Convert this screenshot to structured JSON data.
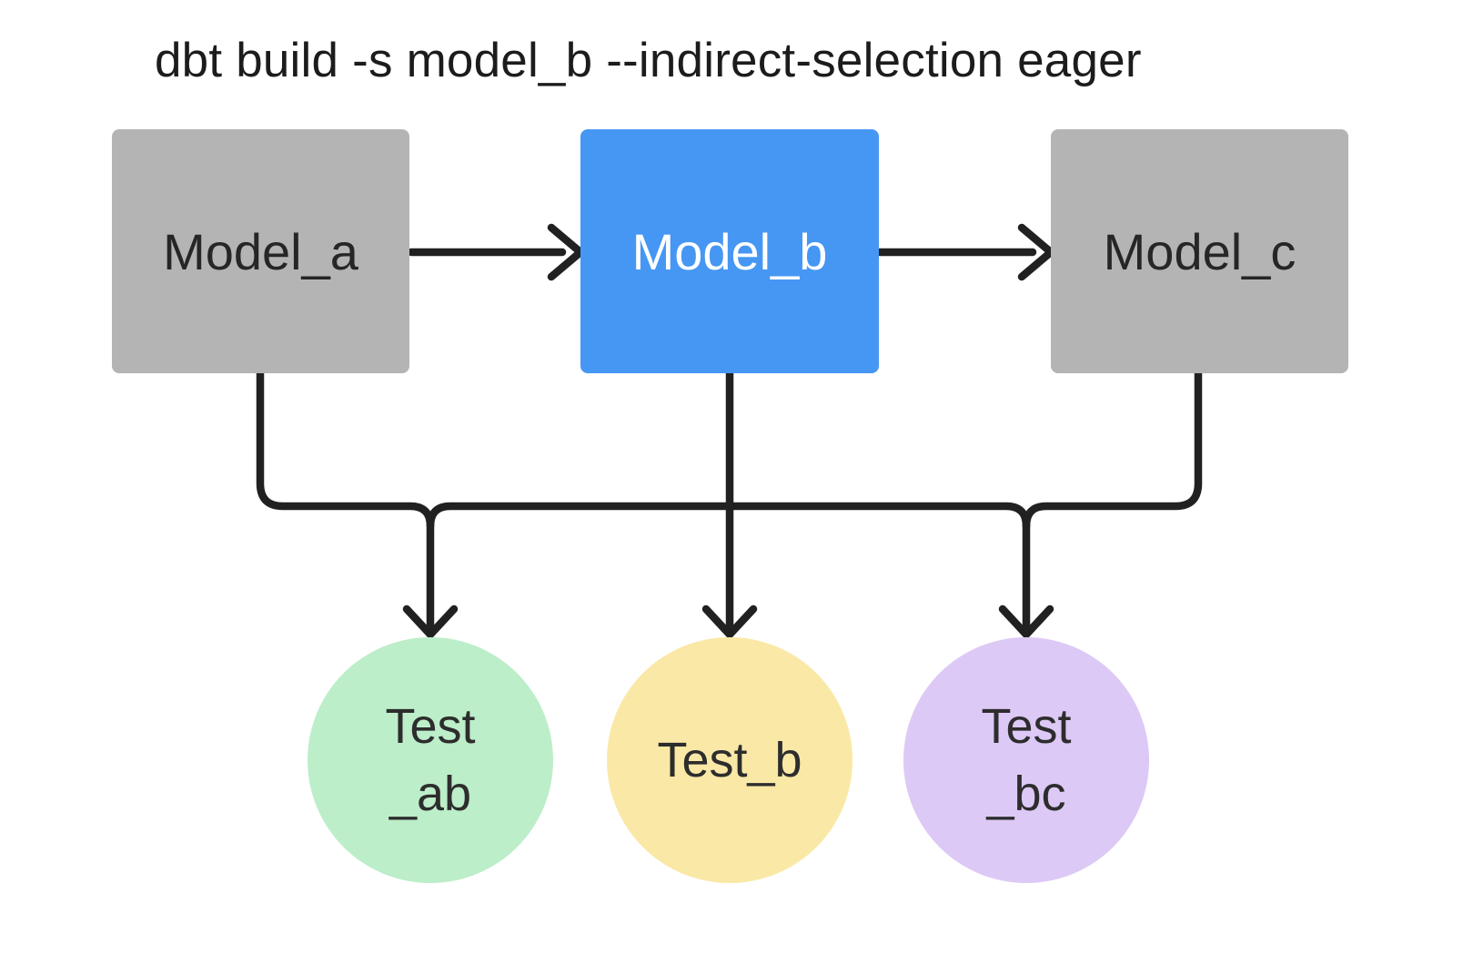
{
  "title": "dbt build -s model_b --indirect-selection eager",
  "nodes": {
    "model_a": {
      "label": "Model_a",
      "type": "model",
      "fill": "#b4b4b4",
      "text_color": "#262626"
    },
    "model_b": {
      "label": "Model_b",
      "type": "model",
      "selected": true,
      "fill": "#4697f4",
      "text_color": "#ffffff"
    },
    "model_c": {
      "label": "Model_c",
      "type": "model",
      "fill": "#b4b4b4",
      "text_color": "#262626"
    },
    "test_ab": {
      "line1": "Test",
      "line2": "_ab",
      "type": "test",
      "fill": "#bceec9",
      "text_color": "#2d2d2d"
    },
    "test_b": {
      "label": "Test_b",
      "type": "test",
      "fill": "#fae8a6",
      "text_color": "#2d2d2d"
    },
    "test_bc": {
      "line1": "Test",
      "line2": "_bc",
      "type": "test",
      "fill": "#ddc9f5",
      "text_color": "#2d2d2d"
    }
  },
  "edges": [
    {
      "from": "model_a",
      "to": "model_b"
    },
    {
      "from": "model_b",
      "to": "model_c"
    },
    {
      "from": "model_a",
      "to": "test_ab"
    },
    {
      "from": "model_b",
      "to": "test_ab"
    },
    {
      "from": "model_b",
      "to": "test_b"
    },
    {
      "from": "model_b",
      "to": "test_bc"
    },
    {
      "from": "model_c",
      "to": "test_bc"
    }
  ],
  "style": {
    "edge_color": "#212121",
    "background": "#ffffff",
    "title_color": "#1c1c1e"
  }
}
